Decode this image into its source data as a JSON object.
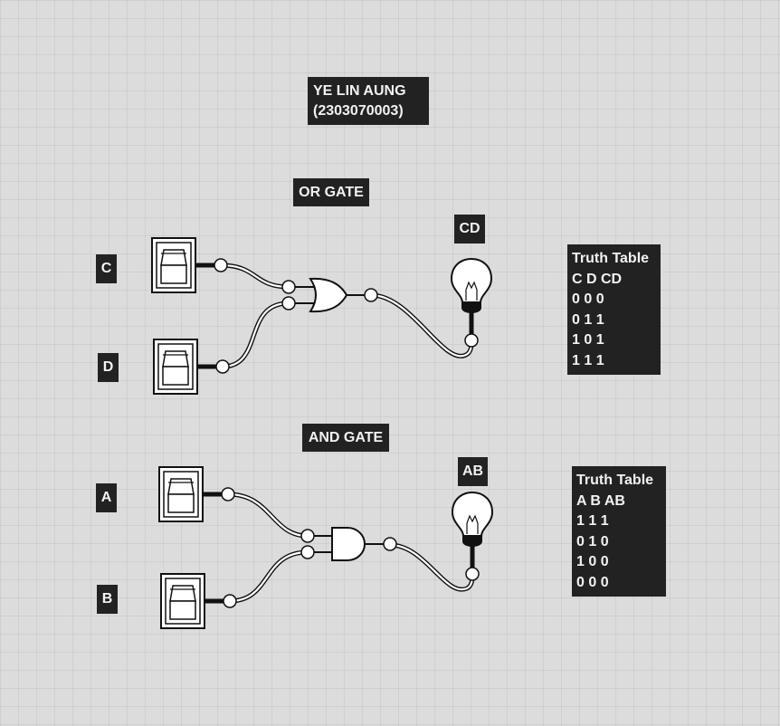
{
  "name_label": {
    "line1": "YE LIN AUNG",
    "line2": "(2303070003)"
  },
  "or_section": {
    "title": "OR GATE",
    "input_c_label": "C",
    "input_d_label": "D",
    "output_label": "CD",
    "truth_table": {
      "title": "Truth Table",
      "header": "C D CD",
      "rows": [
        "0 0 0",
        "0 1 1",
        "1 0 1",
        "1 1 1"
      ]
    }
  },
  "and_section": {
    "title": "AND GATE",
    "input_a_label": "A",
    "input_b_label": "B",
    "output_label": "AB",
    "truth_table": {
      "title": "Truth Table",
      "header": "A B AB",
      "rows": [
        "1 1 1",
        "0 1 0",
        "1 0 0",
        "0 0 0"
      ]
    }
  },
  "colors": {
    "background": "#dcdcdc",
    "label_bg": "#222222",
    "label_text": "#f2f2f2"
  }
}
